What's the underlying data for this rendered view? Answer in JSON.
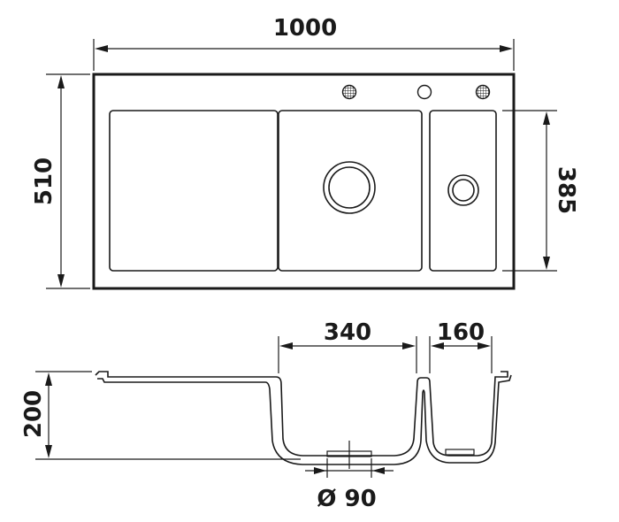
{
  "top_view": {
    "width_label": "1000",
    "height_label": "510",
    "bowl_height_label": "385"
  },
  "section_view": {
    "bowl_width_label": "340",
    "small_bowl_width_label": "160",
    "depth_label": "200",
    "drain_label": "Ø 90"
  }
}
